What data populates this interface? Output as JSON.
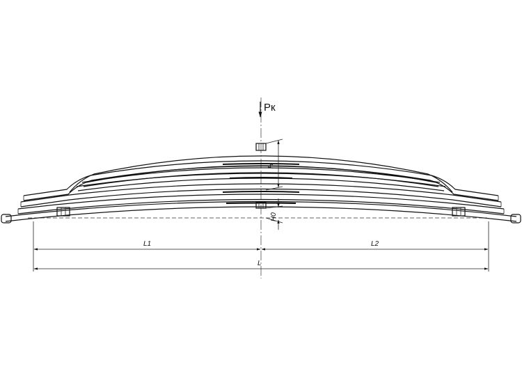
{
  "drawing": {
    "load_label": "Pк",
    "dim_L1": "L1",
    "dim_L2": "L2",
    "dim_L": "L",
    "dim_H": "H",
    "dim_H0": "H0"
  }
}
